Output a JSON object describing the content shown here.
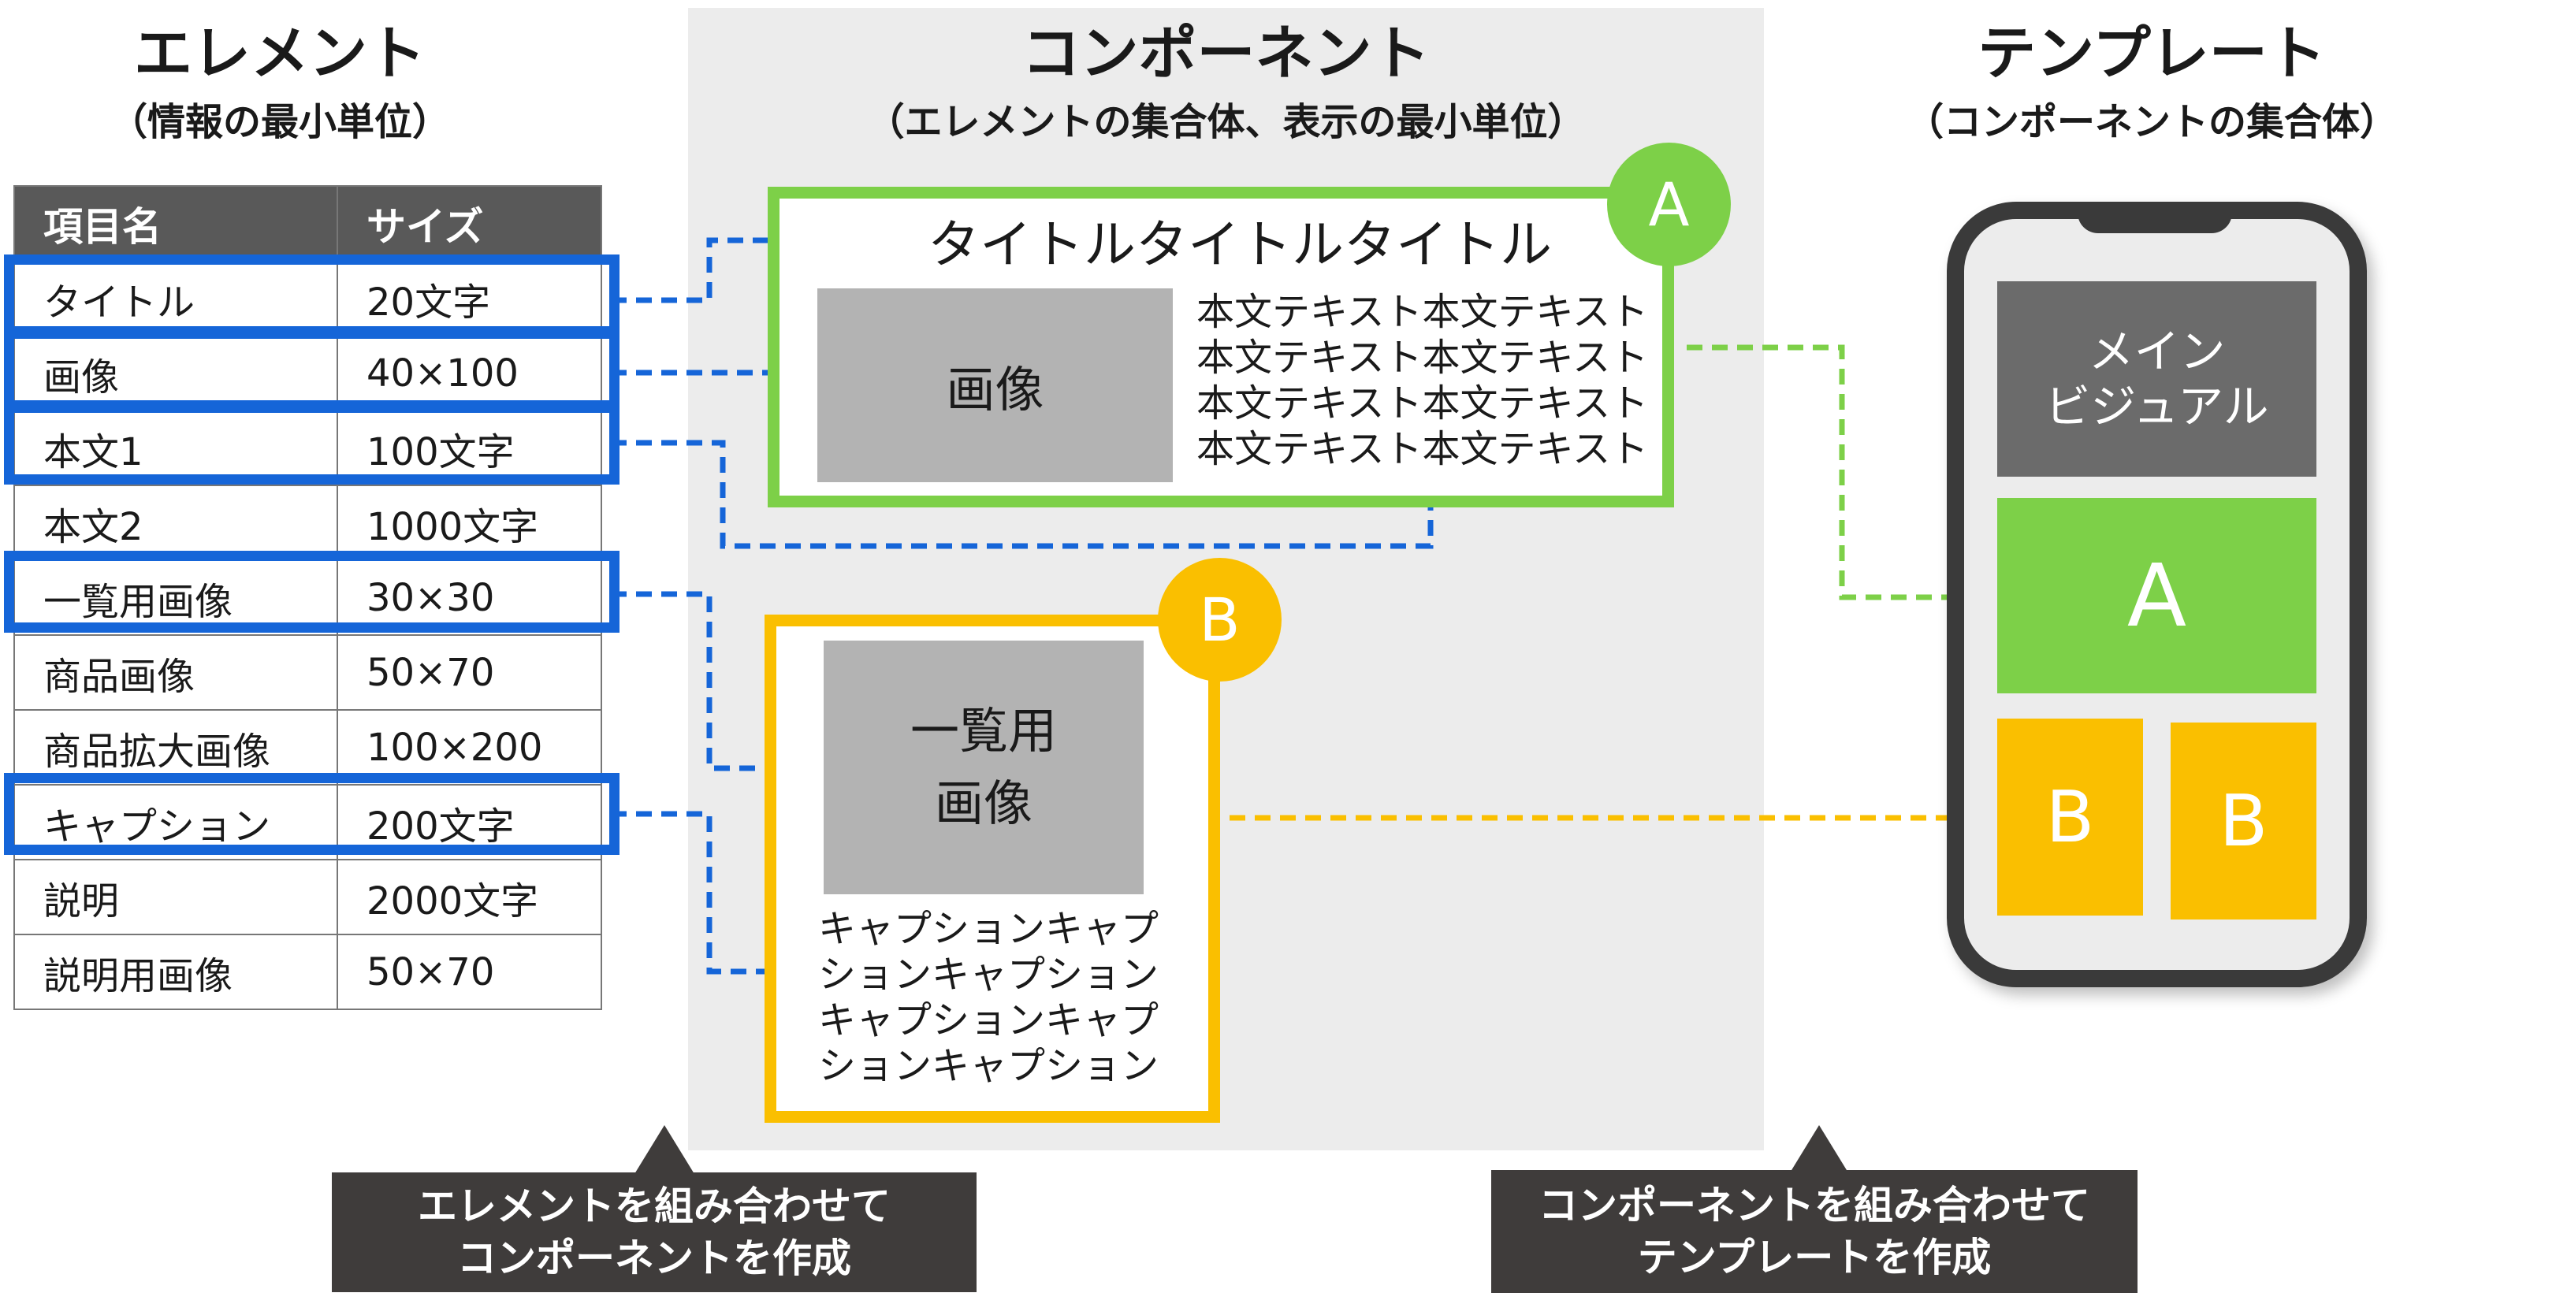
{
  "headings": {
    "element_title": "エレメント",
    "element_sub": "（情報の最小単位）",
    "component_title": "コンポーネント",
    "component_sub": "（エレメントの集合体、表示の最小単位）",
    "template_title": "テンプレート",
    "template_sub": "（コンポーネントの集合体）"
  },
  "table": {
    "headers": [
      "項目名",
      "サイズ"
    ],
    "rows": [
      [
        "タイトル",
        "20文字"
      ],
      [
        "画像",
        "40×100"
      ],
      [
        "本文1",
        "100文字"
      ],
      [
        "本文2",
        "1000文字"
      ],
      [
        "一覧用画像",
        "30×30"
      ],
      [
        "商品画像",
        "50×70"
      ],
      [
        "商品拡大画像",
        "100×200"
      ],
      [
        "キャプション",
        "200文字"
      ],
      [
        "説明",
        "2000文字"
      ],
      [
        "説明用画像",
        "50×70"
      ]
    ]
  },
  "component_a": {
    "badge": "A",
    "title": "タイトルタイトルタイトル",
    "image_label": "画像",
    "body": "本文テキスト本文テキスト\n本文テキスト本文テキスト\n本文テキスト本文テキスト\n本文テキスト本文テキスト"
  },
  "component_b": {
    "badge": "B",
    "image_label": "一覧用\n画像",
    "caption": "キャプションキャプ\nションキャプション\nキャプションキャプ\nションキャプション"
  },
  "template": {
    "main_visual": "メイン\nビジュアル",
    "block_a": "A",
    "block_b1": "B",
    "block_b2": "B"
  },
  "callouts": {
    "left": "エレメントを組み合わせて\nコンポーネントを作成",
    "right": "コンポーネントを組み合わせて\nテンプレートを作成"
  },
  "colors": {
    "blue": "#1565d8",
    "green": "#7dd048",
    "yellow": "#fabf00",
    "dark": "#3f3c3b",
    "grey": "#b3b3b3"
  }
}
